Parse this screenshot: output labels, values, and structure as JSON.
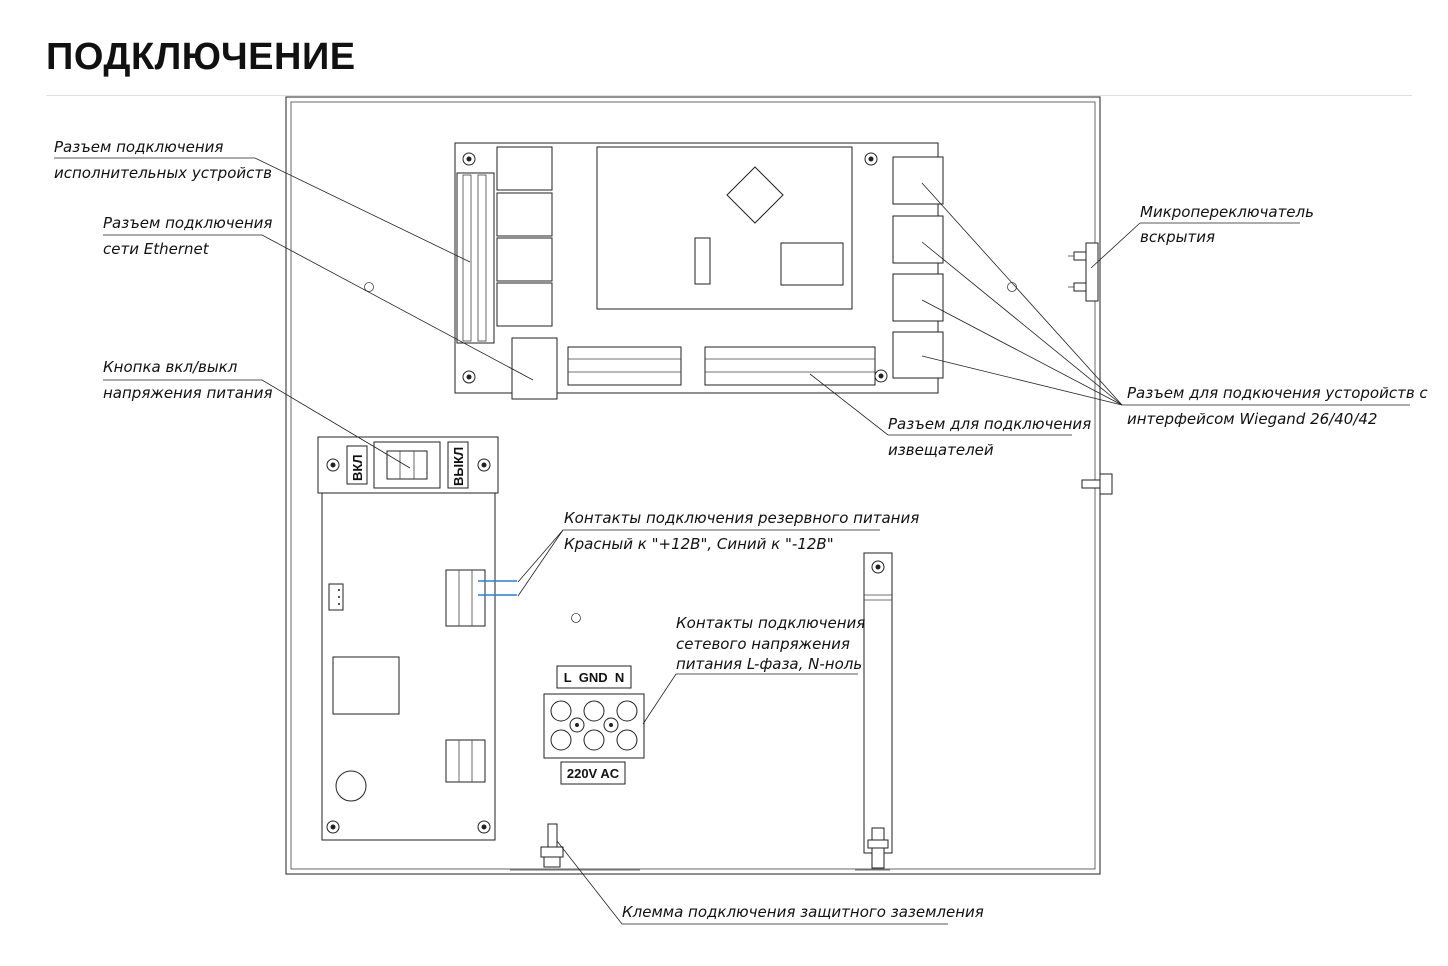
{
  "page": {
    "title": "ПОДКЛЮЧЕНИЕ"
  },
  "device": {
    "switch_on": "ВКЛ",
    "switch_off": "ВЫКЛ",
    "terminal_marking": "L  GND  N",
    "voltage_marking": "220V AC"
  },
  "callouts": {
    "actuators": [
      "Разъем подключения",
      "исполнительных устройств"
    ],
    "ethernet": [
      "Разъем подключения",
      "сети Ethernet"
    ],
    "power_button": [
      "Кнопка вкл/выкл",
      "напряжения питания"
    ],
    "backup_power": [
      "Контакты подключения резервного питания",
      "Красный к \"+12В\", Синий к \"-12В\""
    ],
    "mains": [
      "Контакты подключения",
      "сетевого напряжения",
      "питания L-фаза, N-ноль"
    ],
    "ground": [
      "Клемма подключения защитного заземления"
    ],
    "detectors": [
      "Разъем для подключения",
      "извещателей"
    ],
    "tamper": [
      "Микропереключатель",
      "вскрытия"
    ],
    "wiegand": [
      "Разъем для подкючения усторойств с",
      "интерфейсом Wiegand 26/40/42"
    ]
  },
  "colors": {
    "backup_wires": "#2a7de1",
    "line": "#222222"
  }
}
